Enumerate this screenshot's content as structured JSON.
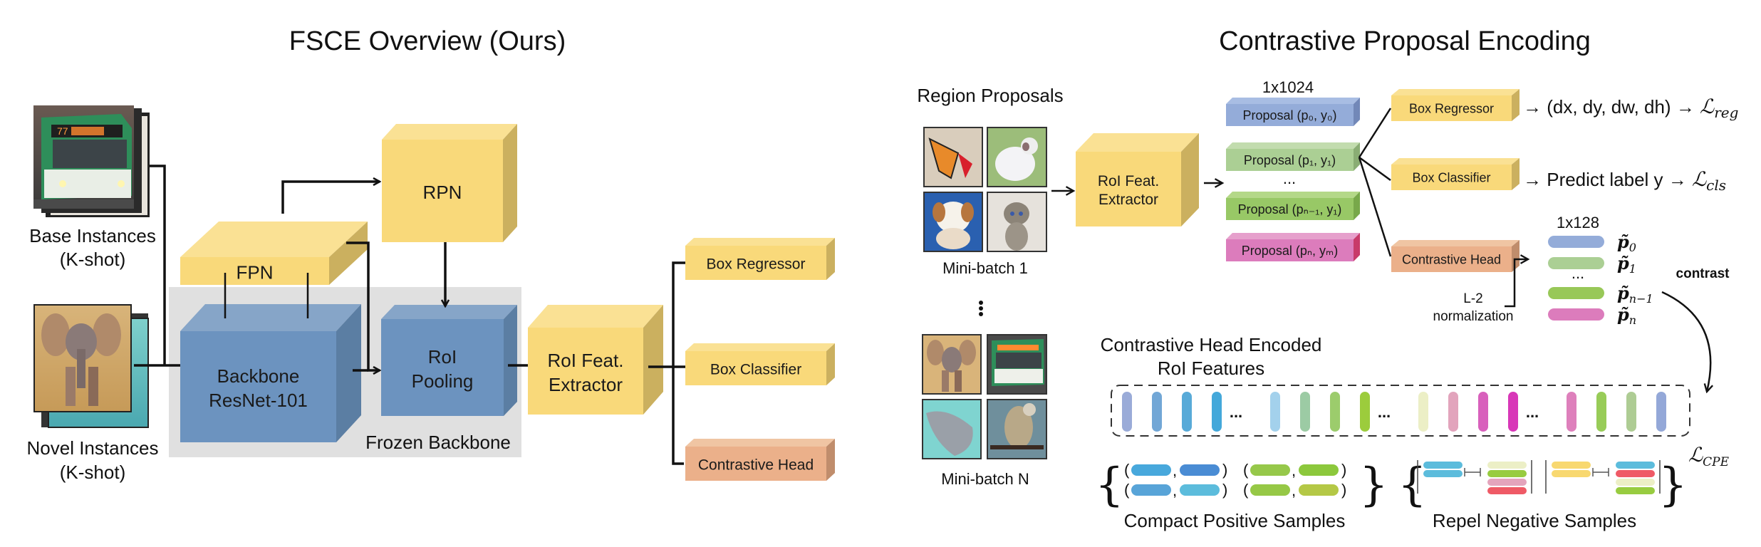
{
  "left": {
    "title": "FSCE Overview (Ours)",
    "base_instances": {
      "line1": "Base Instances",
      "line2": "(K-shot)"
    },
    "novel_instances": {
      "line1": "Novel Instances",
      "line2": "(K-shot)"
    },
    "fpn": "FPN",
    "rpn": "RPN",
    "backbone": {
      "line1": "Backbone",
      "line2": "ResNet-101"
    },
    "roi_pooling": {
      "line1": "RoI",
      "line2": "Pooling"
    },
    "frozen_label": "Frozen Backbone",
    "roi_feat": {
      "line1": "RoI Feat.",
      "line2": "Extractor"
    },
    "heads": [
      "Box Regressor",
      "Box Classifier",
      "Contrastive Head"
    ],
    "images": {
      "base": "bus-photo",
      "novel": "elephant-photo"
    }
  },
  "right": {
    "title": "Contrastive Proposal Encoding",
    "region_proposals": "Region Proposals",
    "minibatch_1": "Mini-batch 1",
    "minibatch_n": "Mini-batch N",
    "minibatch_1_images": [
      "butterfly",
      "white-puppy",
      "beagle-puppy",
      "kitten"
    ],
    "minibatch_n_images": [
      "elephant",
      "bus",
      "dolphin",
      "hawk"
    ],
    "roi_feat": {
      "line1": "RoI  Feat.",
      "line2": "Extractor"
    },
    "dim_1024": "1x1024",
    "proposals": [
      {
        "label": "Proposal (p₀, y₀)",
        "color": "#94acd9"
      },
      {
        "label": "Proposal (p₁, y₁)",
        "color": "#abcf94"
      },
      {
        "label": "Proposal (pₙ₋₁, y₁)",
        "color": "#98c866"
      },
      {
        "label": "Proposal (pₙ, yₘ)",
        "color": "#dc7cbc"
      }
    ],
    "ellipsis": "...",
    "heads": [
      "Box Regressor",
      "Box Classifier",
      "Contrastive Head"
    ],
    "reg_output": "→ (dx, dy, dw, dh) → ",
    "reg_loss": {
      "main": "ℒ",
      "sub": "reg"
    },
    "cls_output": "→ Predict label y → ",
    "cls_loss": {
      "main": "ℒ",
      "sub": "cls"
    },
    "dim_128": "1x128",
    "embeddings": [
      {
        "label": "p̃",
        "sub": "0",
        "color": "#94acd9"
      },
      {
        "label": "p̃",
        "sub": "1",
        "color": "#abcf94"
      },
      {
        "label": "p̃",
        "sub": "n−1",
        "color": "#98c858"
      },
      {
        "label": "p̃",
        "sub": "n",
        "color": "#dc7cbc"
      }
    ],
    "l2_norm": {
      "line1": "L-2",
      "line2": "normalization"
    },
    "contrast": "contrast",
    "encoded": {
      "line1": "Contrastive Head Encoded",
      "line2": "RoI Features"
    },
    "encoded_bars": [
      [
        "#9aabd8",
        "#72a7d6",
        "#58aad8",
        "#44a8da"
      ],
      [
        "#a3d1ec",
        "#9ccba4",
        "#9ccc6c",
        "#9ccc3c"
      ],
      [
        "#ecefc6",
        "#e2a4bc",
        "#d860bc",
        "#d837b8"
      ],
      [
        "#de80bc",
        "#98cc58",
        "#aecc94",
        "#94a8d8"
      ]
    ],
    "compact_label": "Compact Positive Samples",
    "repel_label": "Repel Negative Samples",
    "cpe_loss": {
      "main": "ℒ",
      "sub": "CPE"
    },
    "compact_pairs": [
      [
        "#48a8dc",
        "#4a8cd4"
      ],
      [
        "#96c84a",
        "#8cc83c"
      ],
      [
        "#58a4d8",
        "#5cbcdc"
      ],
      [
        "#96c846",
        "#b4c846"
      ]
    ],
    "repel_groups": [
      {
        "anchor": [
          "#5cbcdc",
          "#5cbcdc"
        ],
        "negatives": [
          "#ecefc6",
          "#98cc40",
          "#e4a4bc",
          "#ef5a66"
        ]
      },
      {
        "anchor": [
          "#f8d870",
          "#f8d870"
        ],
        "negatives": [
          "#5cbcdc",
          "#ef5a66",
          "#ecefc6",
          "#98cc40"
        ]
      }
    ]
  },
  "colors": {
    "yellow_front": "#f9d97a",
    "yellow_top": "#fae194",
    "yellow_side": "#cbb05f",
    "blue_front": "#6c93bf",
    "blue_top": "#86a5c8",
    "blue_side": "#5b7ea3",
    "orange_front": "#ebb08a",
    "orange_top": "#f0c5a3",
    "orange_side": "#c08d6c",
    "frozen_bg": "#e0e0e0"
  }
}
